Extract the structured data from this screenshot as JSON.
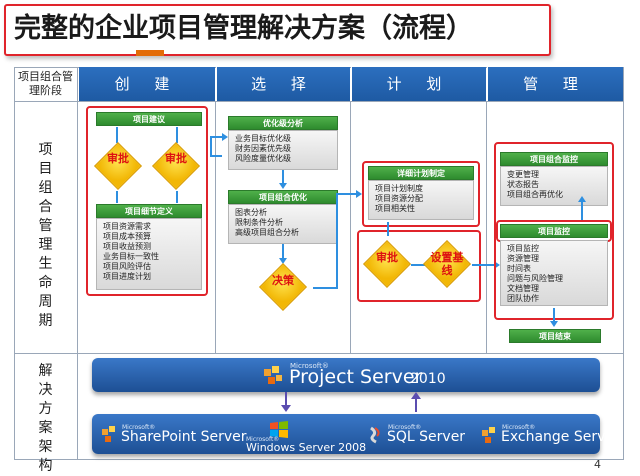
{
  "title": "完整的企业项目管理解决方案（流程）",
  "header": {
    "row_label": "项目组合管理阶段",
    "phases": [
      "创 建",
      "选 择",
      "计 划",
      "管 理"
    ]
  },
  "row_labels": {
    "lifecycle": "项目组合管理生命周期",
    "solution": "解决方案架构"
  },
  "create": {
    "proposal": "项目建议",
    "approve_1": "审批",
    "approve_2": "审批",
    "detail_title": "项目细节定义",
    "detail_items": [
      "项目资源需求",
      "项目成本预算",
      "项目收益预测",
      "业务目标一致性",
      "项目风险评估",
      "项目进度计划"
    ]
  },
  "select": {
    "priority_title": "优化级分析",
    "priority_items": [
      "业务目标优化级",
      "财务因素优先级",
      "风险度量优化级"
    ],
    "portfolio_title": "项目组合优化",
    "portfolio_items": [
      "图表分析",
      "限制条件分析",
      "高级项目组合分析"
    ],
    "decision": "决策"
  },
  "plan": {
    "detail_plan_title": "详细计划制定",
    "detail_plan_items": [
      "项目计划制度",
      "项目资源分配",
      "项目相关性"
    ],
    "approve": "审批",
    "baseline": "设置基线"
  },
  "manage": {
    "portfolio_monitor_title": "项目组合监控",
    "portfolio_monitor_items": [
      "变更管理",
      "状态报告",
      "项目组合再优化"
    ],
    "project_monitor_title": "项目监控",
    "project_monitor_items": [
      "项目监控",
      "资源管理",
      "时间表",
      "问题与风险管理",
      "文档管理",
      "团队协作"
    ],
    "project_end": "项目结束"
  },
  "architecture": {
    "project_server": {
      "ms": "Microsoft®",
      "name": "Project Server",
      "version": "2010"
    },
    "sharepoint": {
      "ms": "Microsoft®",
      "name": "SharePoint Server"
    },
    "windows": {
      "ms": "Microsoft®",
      "name": "Windows Server 2008"
    },
    "sql": {
      "ms": "Microsoft®",
      "name": "SQL Server"
    },
    "exchange": {
      "ms": "Microsoft®",
      "name": "Exchange Server"
    }
  },
  "page_number": "4",
  "colors": {
    "accent_red": "#e0242b",
    "phase_blue": "#1e5aa3",
    "green_header": "#2e8b2e",
    "diamond_yellow": "#f2b705",
    "arrow_blue": "#2e8fe0"
  }
}
